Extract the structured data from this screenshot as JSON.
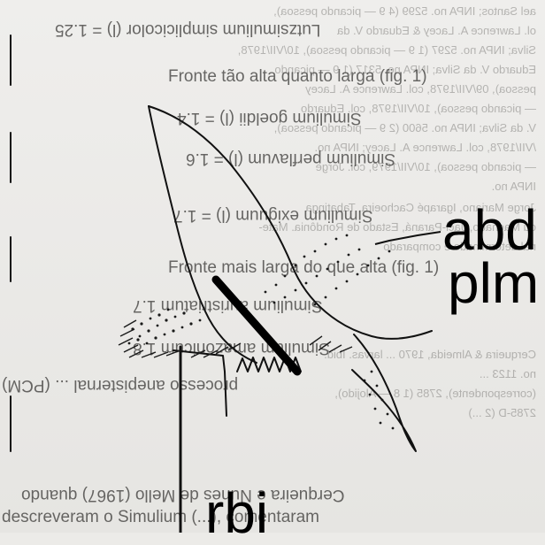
{
  "labels": {
    "abd": "abd",
    "plm": "plm",
    "rbi": "rbi"
  },
  "mirrored_text": {
    "lines": [
      "ael Santos; INPA no. 5299 (4 9 — picando pessoa),",
      "ol. Lawrence A. Lacey & Eduardo V. da",
      "Silva; INPA no. 5297 (1 9 — picando pessoa), 10/VII/1978,",
      "Eduardo V. da Silva; INPA no. 5317 (1 9 — picando",
      "pessoa), 09/VII/1978, col. Lawrence A. Lacey",
      "— picando pessoa), 10/VII/1978, col. Eduardo",
      "V. da Silva; INPA no. 5600 (2 9 — picando pessoa),",
      "/VII/1978, col. Lawrence A. Lacey; INPA no.",
      "— picando pessoa), 10/VII/1979, col. Jorge",
      "INPA no.",
      "Jorge Mariano, Igarapé Cachoeira, Tabatinga",
      "ou Machado, Jaci-Paraná, Estado de Rondônia. Mate-",
      "rial determinado e comparado",
      "Cerqueira & Almeida, 1970 ... larvas. Ibid.",
      "no. 1123 ...",
      "(correspondente), 2785 (1 8 — Alojido),",
      "2785-D (2 ...)"
    ]
  },
  "overlay_text": {
    "line1": "Lutzsimulium simplicicolor (l) = 1.25",
    "line2": "Fronte tão alta quanto larga (fig. 1)",
    "line3": "Simulium goeldii (l) = 1.4",
    "line4": "Simulium perflavum (l) = 1.6",
    "line5": "Simulium exiguum (l) = 1.7",
    "line6": "Fronte mais larga do que alta (fig. 1)",
    "line7": "Simulium auristriatum 1.7",
    "line8": "Simulium amazonicum 1.8",
    "line9": "Cerqueira e Nunes de Mello (1967) quando",
    "line10": "descreveram o Simulium (...), comentaram",
    "line11": "processo anepisternal ... (PCM)"
  }
}
